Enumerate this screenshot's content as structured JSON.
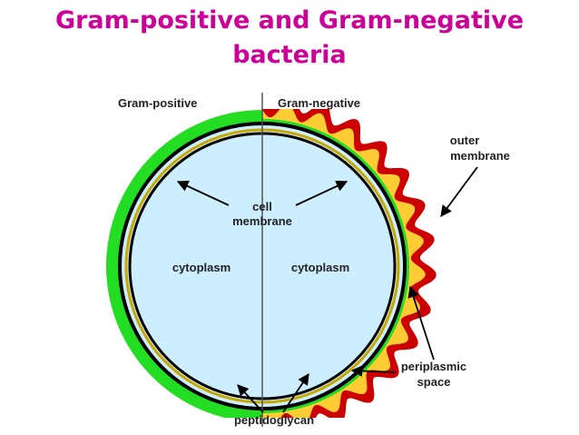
{
  "title": {
    "line1": "Gram-positive and Gram-negative",
    "line2": "bacteria"
  },
  "labels": {
    "gram_positive": "Gram-positive",
    "gram_negative": "Gram-negative",
    "outer_membrane_1": "outer",
    "outer_membrane_2": "membrane",
    "cell_membrane_1": "cell",
    "cell_membrane_2": "membrane",
    "cytoplasm_left": "cytoplasm",
    "cytoplasm_right": "cytoplasm",
    "periplasmic_1": "periplasmic",
    "periplasmic_2": "space",
    "peptidoglycan": "peptidoglycan"
  },
  "colors": {
    "title": "#cc0099",
    "cytoplasm": "#cceeff",
    "peptidoglycan_thick": "#22dd22",
    "periplasm": "#ffcc33",
    "outer_membrane": "#cc0000",
    "membrane_line": "#000000"
  }
}
